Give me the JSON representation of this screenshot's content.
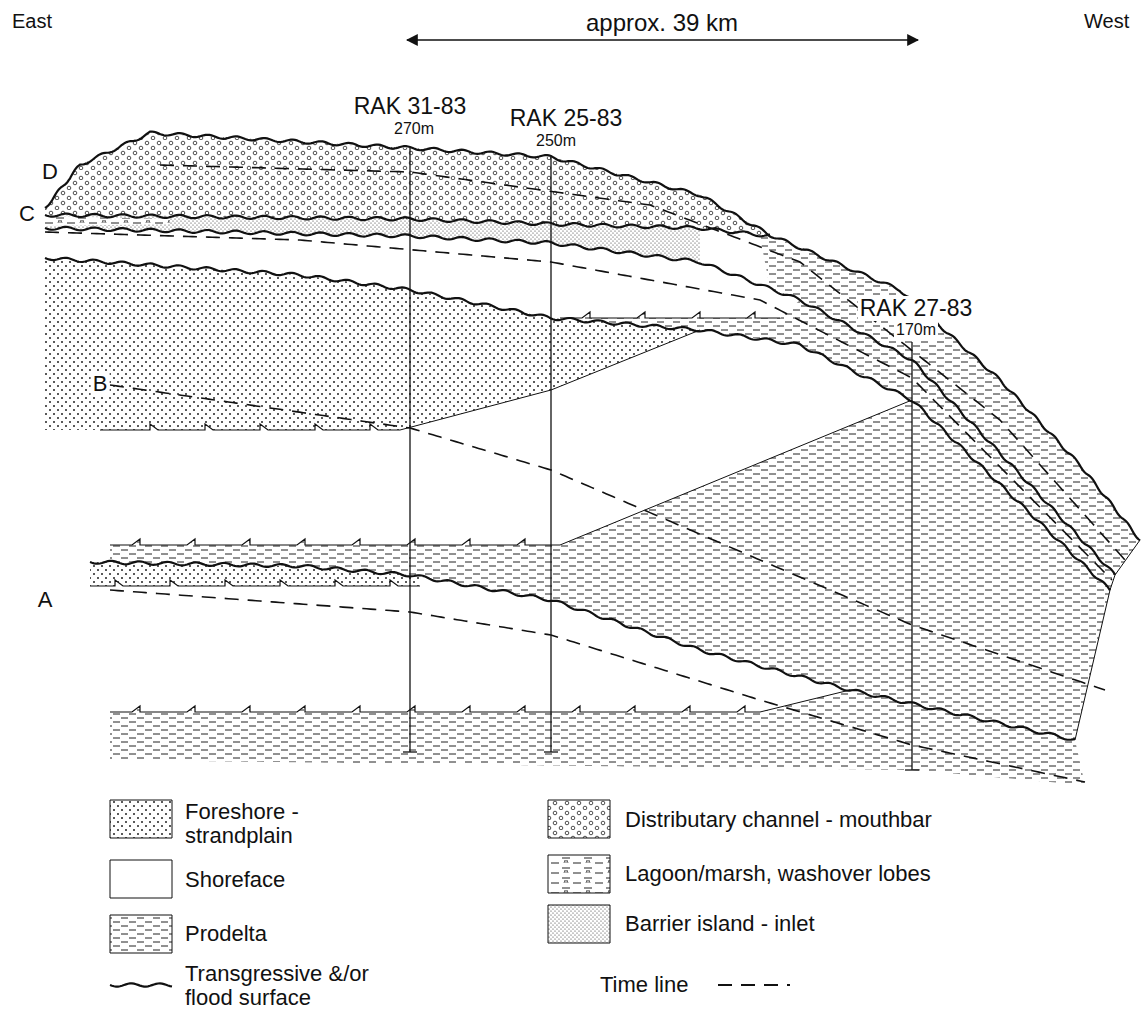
{
  "diagram": {
    "labels": [
      "East",
      "West",
      "approx. 39 km",
      "RAK 31-83",
      "270m",
      "RAK 25-83",
      "250m",
      "RAK 27-83",
      "170m",
      "D",
      "C",
      "B",
      "A"
    ],
    "legend": [
      {
        "text": "Foreshore - strandplain"
      },
      {
        "text": "Distributary channel - mouthbar"
      },
      {
        "text": "Shoreface"
      },
      {
        "text": "Lagoon/marsh, washover lobes"
      },
      {
        "text": "Prodelta"
      },
      {
        "text": "Barrier island - inlet"
      },
      {
        "text": "Transgressive &/or flood surface"
      },
      {
        "text": "Time line"
      }
    ]
  }
}
